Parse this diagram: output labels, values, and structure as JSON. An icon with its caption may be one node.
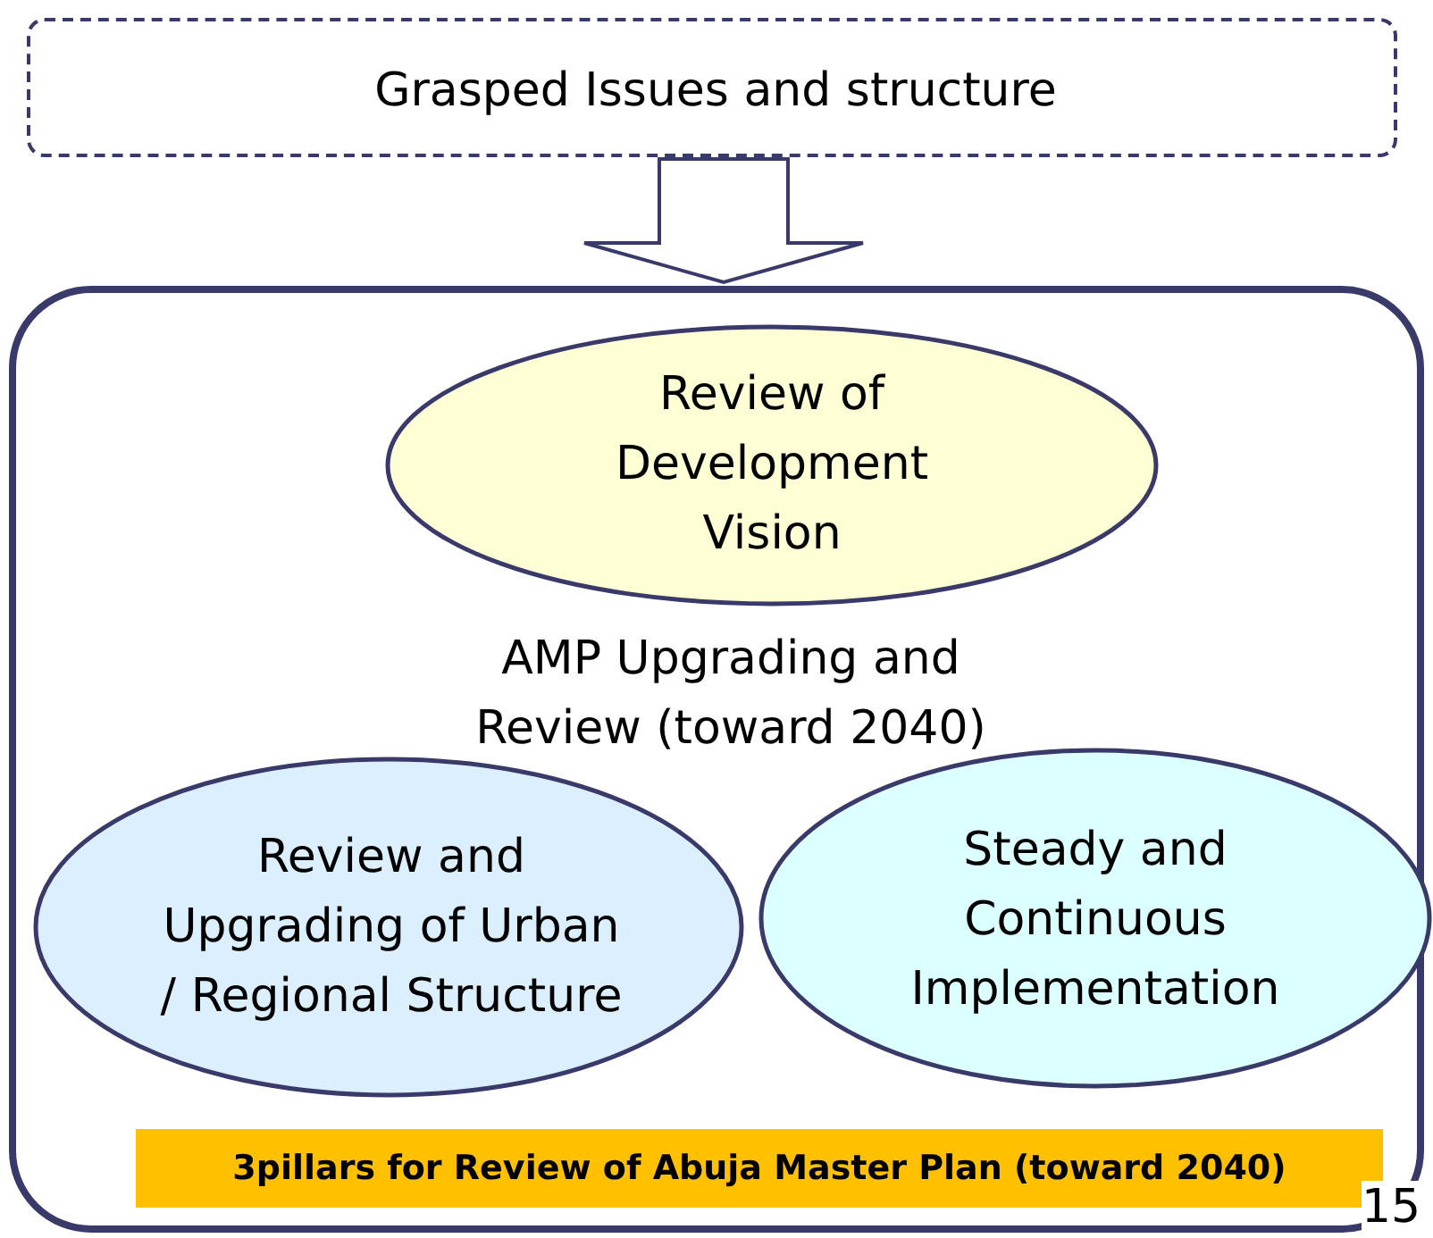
{
  "diagram": {
    "nodes": [
      {
        "text": [
          "Grasped Issues and structure"
        ]
      },
      {
        "text": [
          "AMP Upgrading and Review (toward 2040)"
        ]
      },
      {
        "text": [
          "Review of Development Vision"
        ],
        "in": 1
      },
      {
        "text": [
          "Review and Upgrading of Urban / Regional Structure"
        ],
        "in": 1
      },
      {
        "text": [
          "Steady and Continuous Implementation"
        ],
        "in": 1
      },
      {
        "text": [
          "3pillars for Review of Abuja Master Plan (toward 2040)"
        ],
        "in": 1
      }
    ],
    "edges": [
      {
        "from": 0,
        "to": 1,
        "arrow": "to"
      }
    ],
    "labels": [
      "15"
    ]
  }
}
